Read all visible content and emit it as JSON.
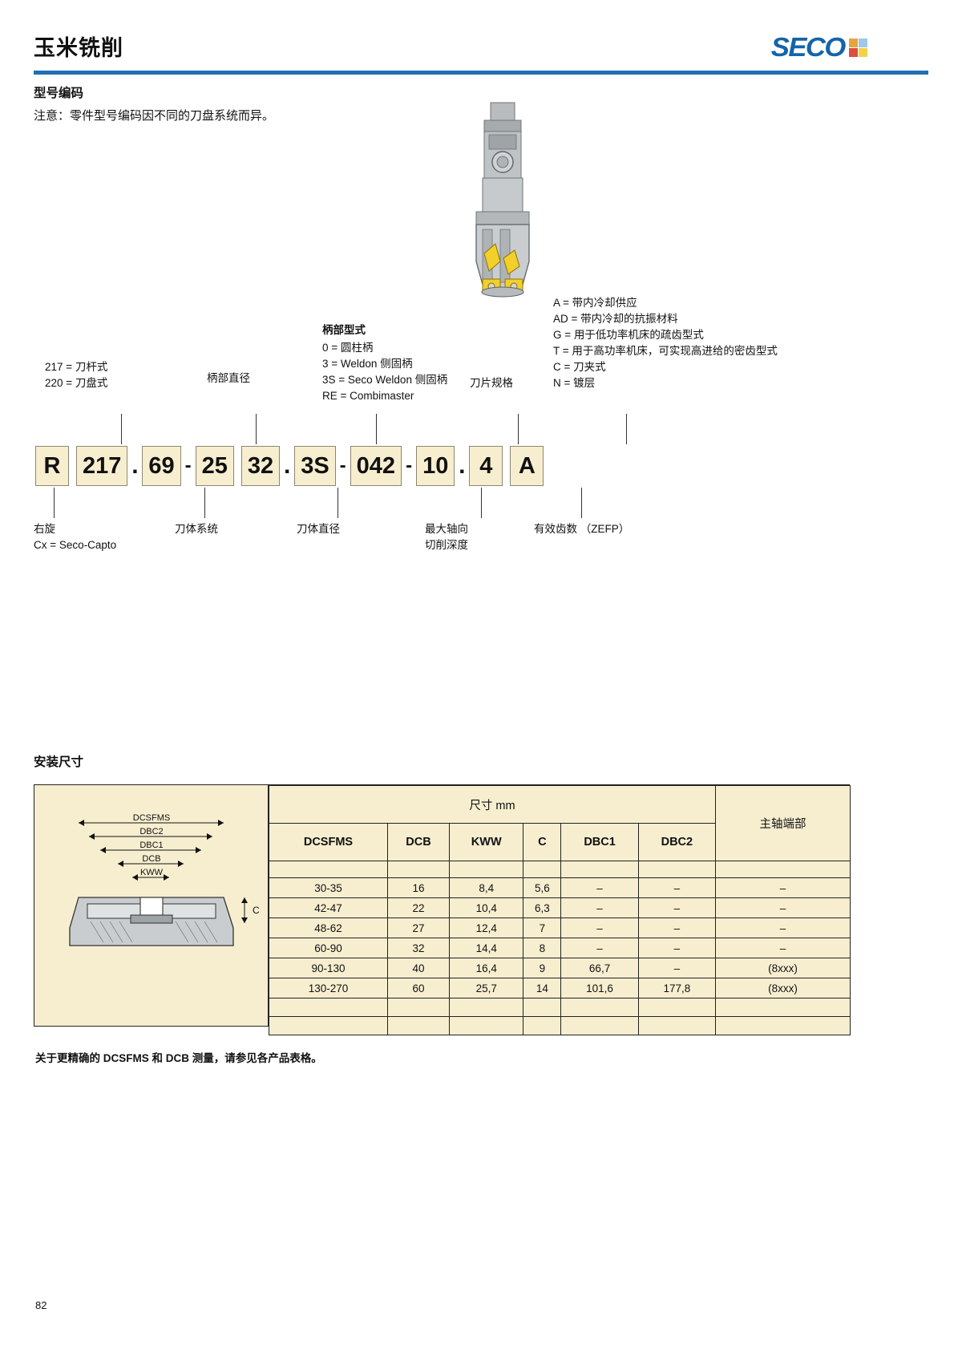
{
  "header": {
    "title": "玉米铣削",
    "logo_text": "SECO",
    "logo_colors": [
      "#e8a33d",
      "#9fc7e8",
      "#d94f3d",
      "#f2d24b"
    ],
    "rule_color": "#1f6fb4"
  },
  "section_code": {
    "heading": "型号编码",
    "note": "注意：零件型号编码因不同的刀盘系统而异。",
    "legend_shank": {
      "title": "柄部型式",
      "lines": [
        "0 = 圆柱柄",
        "3 = Weldon 侧固柄",
        "3S = Seco Weldon 侧固柄",
        "RE = Combimaster"
      ]
    },
    "legend_right": [
      "A = 带内冷却供应",
      "AD = 带内冷却的抗振材料",
      "G = 用于低功率机床的疏齿型式",
      "T = 用于高功率机床，可实现高进给的密齿型式",
      "C = 刀夹式",
      "N = 镀层"
    ],
    "label_217_220": [
      "217 = 刀杆式",
      "220 = 刀盘式"
    ],
    "label_shank_dia": "柄部直径",
    "label_insert_size": "刀片规格",
    "labels_below": {
      "right_hand": [
        "右旋",
        "Cx = Seco-Capto"
      ],
      "body_system": "刀体系统",
      "body_dia": "刀体直径",
      "max_axial_depth": [
        "最大轴向",
        "切削深度"
      ],
      "teeth": "有效齿数 （ZEFP）"
    },
    "code_boxes": [
      {
        "type": "box",
        "value": "R"
      },
      {
        "type": "gap"
      },
      {
        "type": "box",
        "value": "217"
      },
      {
        "type": "sep",
        "value": "."
      },
      {
        "type": "box",
        "value": "69"
      },
      {
        "type": "sep",
        "value": "-"
      },
      {
        "type": "box",
        "value": "25"
      },
      {
        "type": "gap"
      },
      {
        "type": "box",
        "value": "32"
      },
      {
        "type": "sep",
        "value": "."
      },
      {
        "type": "box",
        "value": "3S"
      },
      {
        "type": "sep",
        "value": "-"
      },
      {
        "type": "box",
        "value": "042"
      },
      {
        "type": "sep",
        "value": "-"
      },
      {
        "type": "box",
        "value": "10"
      },
      {
        "type": "sep",
        "value": "."
      },
      {
        "type": "box",
        "value": "4"
      },
      {
        "type": "gap"
      },
      {
        "type": "box",
        "value": "A"
      }
    ]
  },
  "section_mounting": {
    "heading": "安装尺寸",
    "diagram_labels": [
      "DCSFMS",
      "DBC2",
      "DBC1",
      "DCB",
      "KWW",
      "C"
    ],
    "table": {
      "group_header": "尺寸 mm",
      "spindle_header": "主轴端部",
      "columns": [
        "DCSFMS",
        "DCB",
        "KWW",
        "C",
        "DBC1",
        "DBC2"
      ],
      "rows": [
        {
          "DCSFMS": "30-35",
          "DCB": "16",
          "KWW": "8,4",
          "C": "5,6",
          "DBC1": "–",
          "DBC2": "–",
          "spindle": "–"
        },
        {
          "DCSFMS": "42-47",
          "DCB": "22",
          "KWW": "10,4",
          "C": "6,3",
          "DBC1": "–",
          "DBC2": "–",
          "spindle": "–"
        },
        {
          "DCSFMS": "48-62",
          "DCB": "27",
          "KWW": "12,4",
          "C": "7",
          "DBC1": "–",
          "DBC2": "–",
          "spindle": "–"
        },
        {
          "DCSFMS": "60-90",
          "DCB": "32",
          "KWW": "14,4",
          "C": "8",
          "DBC1": "–",
          "DBC2": "–",
          "spindle": "–"
        },
        {
          "DCSFMS": "90-130",
          "DCB": "40",
          "KWW": "16,4",
          "C": "9",
          "DBC1": "66,7",
          "DBC2": "–",
          "spindle": "(8xxx)"
        },
        {
          "DCSFMS": "130-270",
          "DCB": "60",
          "KWW": "25,7",
          "C": "14",
          "DBC1": "101,6",
          "DBC2": "177,8",
          "spindle": "(8xxx)"
        }
      ]
    },
    "footnote": "关于更精确的 DCSFMS 和 DCB 测量，请参见各产品表格。"
  },
  "footer": {
    "page_number": "82"
  }
}
